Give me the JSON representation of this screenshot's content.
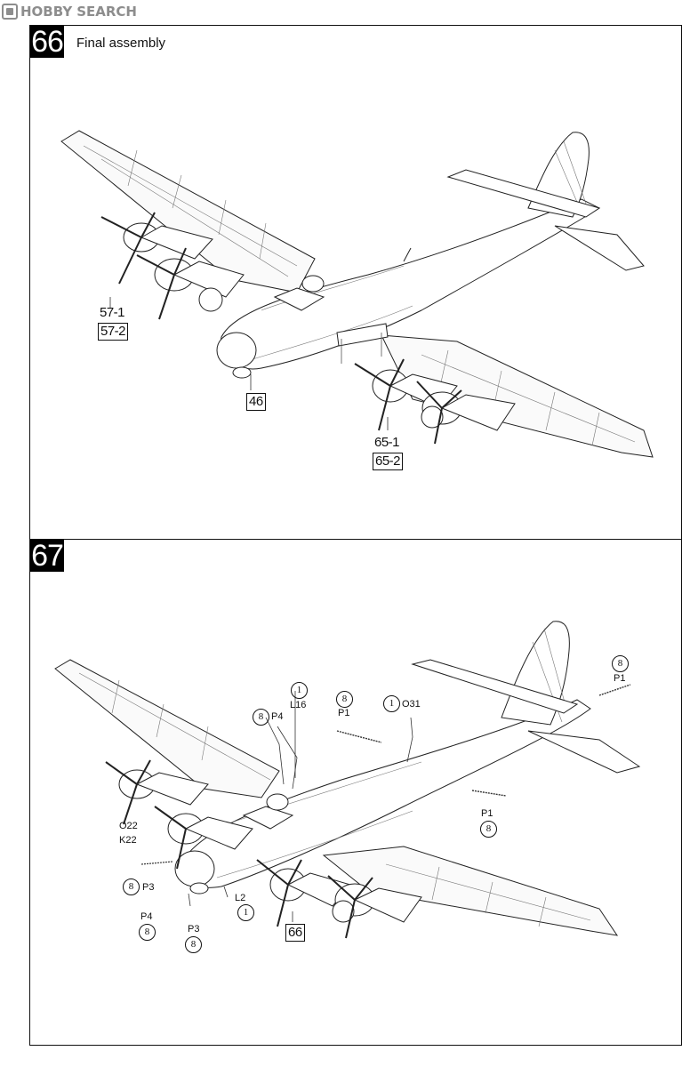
{
  "watermark": {
    "brand": "HOBBY",
    "text": "SEARCH"
  },
  "step66": {
    "number": "66",
    "title": "Final assembly",
    "labels": {
      "a": "57-1",
      "b": "57-2",
      "c": "46",
      "d": "65-1",
      "e": "65-2"
    }
  },
  "step67": {
    "number": "67",
    "labels": {
      "p4_top": "P4",
      "c8_p4top": "8",
      "l16": "L16",
      "c1_l16": "1",
      "p1_mid": "P1",
      "c8_p1mid": "8",
      "o31": "O31",
      "c1_o31": "1",
      "p1_tail": "P1",
      "c8_tail": "8",
      "p1_low": "P1",
      "c8_low": "8",
      "o22": "O22",
      "k22": "K22",
      "p3_left": "P3",
      "c8_p3left": "8",
      "l2": "L2",
      "c1_l2": "1",
      "p4_bot": "P4",
      "c8_p4bot": "8",
      "p3_bot": "P3",
      "c8_p3bot": "8",
      "ref66": "66"
    }
  }
}
